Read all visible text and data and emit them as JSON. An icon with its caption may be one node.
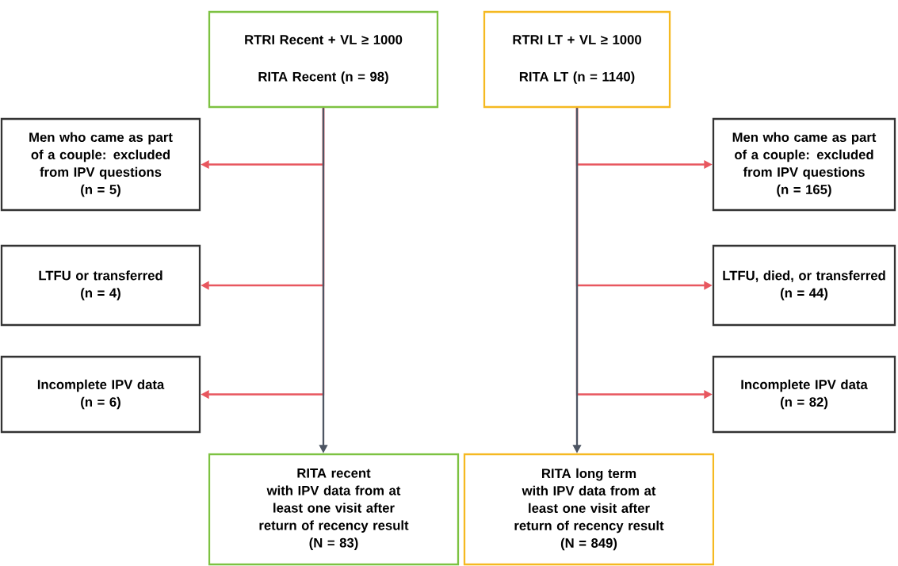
{
  "diagram": {
    "nodes": [
      {
        "text": [
          "RTRI Recent + VL ≥ 1000",
          "RITA Recent (n = 98)"
        ]
      },
      {
        "text": [
          "RTRI LT + VL ≥ 1000",
          "RITA LT (n = 1140)"
        ]
      },
      {
        "text": [
          "Men who came as part of a couple: excluded from IPV questions",
          "(n = 5)"
        ]
      },
      {
        "text": [
          "Men who came as part of a couple: excluded from IPV questions",
          "(n = 165)"
        ]
      },
      {
        "text": [
          "LTFU or transferred",
          "(n = 4)"
        ]
      },
      {
        "text": [
          "LTFU, died, or transferred",
          "(n = 44)"
        ]
      },
      {
        "text": [
          "Incomplete IPV data",
          "(n = 6)"
        ]
      },
      {
        "text": [
          "Incomplete IPV data",
          "(n = 82)"
        ]
      },
      {
        "text": [
          "RITA recent",
          "with IPV data from at least one visit after return of recency result",
          "(N = 83)"
        ]
      },
      {
        "text": [
          "RITA long term",
          "with IPV data from at least one visit after return of recency result",
          "(N = 849)"
        ]
      }
    ],
    "edges": [
      {
        "from": 0,
        "to": 8,
        "arrow": "to",
        "color": "#4d5563"
      },
      {
        "from": 1,
        "to": 9,
        "arrow": "to",
        "color": "#4d5563"
      },
      {
        "from": 0,
        "to": 2,
        "arrow": "to"
      },
      {
        "from": 1,
        "to": 3,
        "arrow": "to"
      },
      {
        "from": 0,
        "to": 4,
        "arrow": "to"
      },
      {
        "from": 1,
        "to": 5,
        "arrow": "to"
      },
      {
        "from": 0,
        "to": 6,
        "arrow": "to"
      },
      {
        "from": 1,
        "to": 7,
        "arrow": "to"
      }
    ]
  }
}
